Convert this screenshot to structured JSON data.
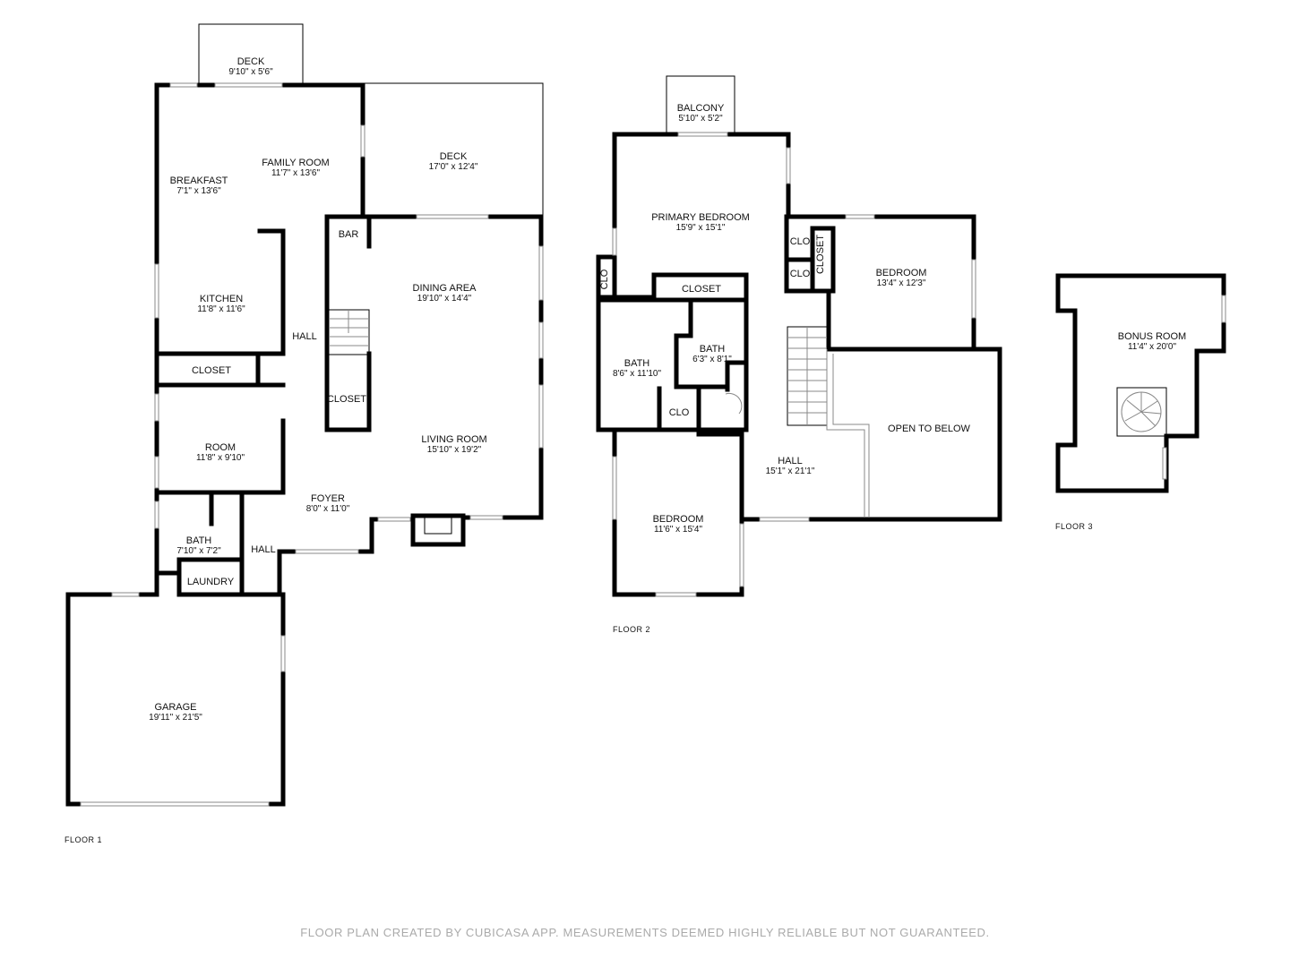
{
  "floors": [
    {
      "label": "FLOOR 1",
      "rooms": [
        {
          "name": "DECK",
          "dims": "9'10\" x 5'6\""
        },
        {
          "name": "DECK",
          "dims": "17'0\" x 12'4\""
        },
        {
          "name": "FAMILY ROOM",
          "dims": "11'7\" x 13'6\""
        },
        {
          "name": "BREAKFAST",
          "dims": "7'1\" x 13'6\""
        },
        {
          "name": "KITCHEN",
          "dims": "11'8\" x 11'6\""
        },
        {
          "name": "BAR",
          "dims": ""
        },
        {
          "name": "DINING AREA",
          "dims": "19'10\" x 14'4\""
        },
        {
          "name": "HALL",
          "dims": ""
        },
        {
          "name": "CLOSET",
          "dims": ""
        },
        {
          "name": "CLOSET",
          "dims": ""
        },
        {
          "name": "ROOM",
          "dims": "11'8\" x 9'10\""
        },
        {
          "name": "LIVING ROOM",
          "dims": "15'10\" x 19'2\""
        },
        {
          "name": "FOYER",
          "dims": "8'0\" x 11'0\""
        },
        {
          "name": "BATH",
          "dims": "7'10\" x 7'2\""
        },
        {
          "name": "HALL",
          "dims": ""
        },
        {
          "name": "LAUNDRY",
          "dims": ""
        },
        {
          "name": "GARAGE",
          "dims": "19'11\" x 21'5\""
        }
      ]
    },
    {
      "label": "FLOOR 2",
      "rooms": [
        {
          "name": "BALCONY",
          "dims": "5'10\" x 5'2\""
        },
        {
          "name": "PRIMARY BEDROOM",
          "dims": "15'9\" x 15'1\""
        },
        {
          "name": "CLO",
          "dims": ""
        },
        {
          "name": "CLO",
          "dims": ""
        },
        {
          "name": "CLOSET",
          "dims": ""
        },
        {
          "name": "BEDROOM",
          "dims": "13'4\" x 12'3\""
        },
        {
          "name": "CLO",
          "dims": ""
        },
        {
          "name": "CLOSET",
          "dims": ""
        },
        {
          "name": "BATH",
          "dims": "8'6\" x 11'10\""
        },
        {
          "name": "BATH",
          "dims": "6'3\" x 8'1\""
        },
        {
          "name": "CLO",
          "dims": ""
        },
        {
          "name": "OPEN TO BELOW",
          "dims": ""
        },
        {
          "name": "HALL",
          "dims": "15'1\" x 21'1\""
        },
        {
          "name": "BEDROOM",
          "dims": "11'6\" x 15'4\""
        }
      ]
    },
    {
      "label": "FLOOR 3",
      "rooms": [
        {
          "name": "BONUS ROOM",
          "dims": "11'4\" x 20'0\""
        }
      ]
    }
  ],
  "footer": "FLOOR PLAN CREATED BY CUBICASA APP. MEASUREMENTS DEEMED HIGHLY RELIABLE BUT NOT GUARANTEED."
}
